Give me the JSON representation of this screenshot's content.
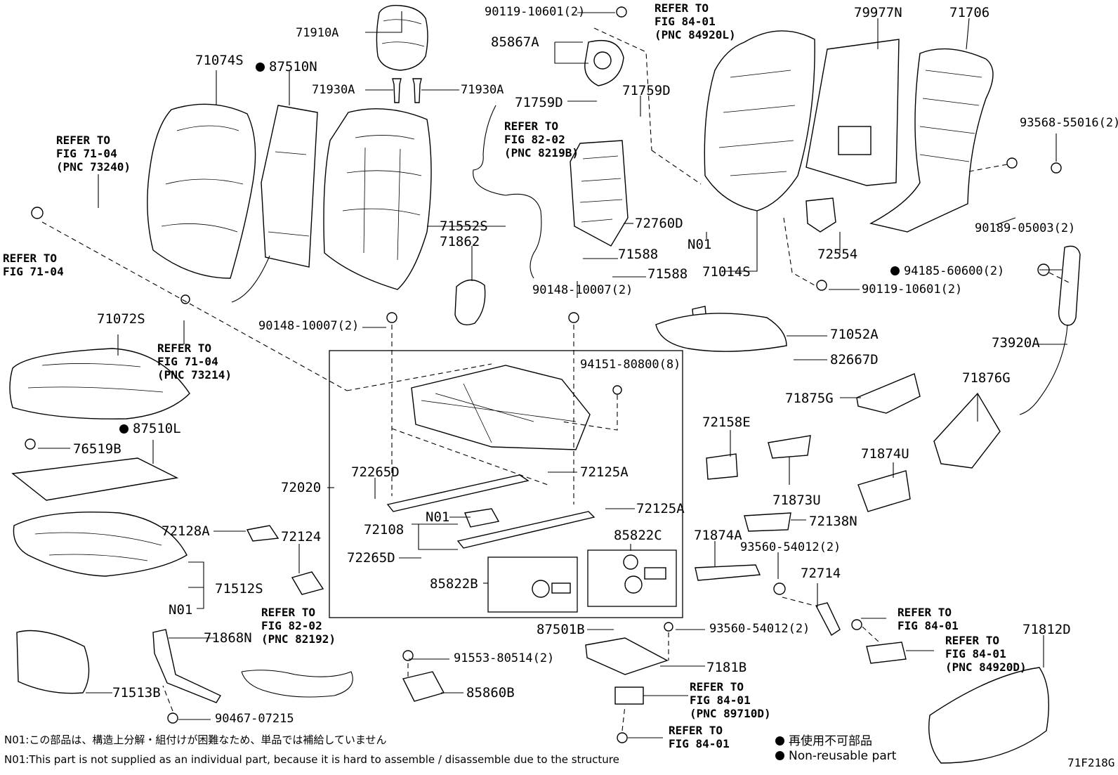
{
  "figure_id": "71F218G",
  "labels": {
    "p71910A": "71910A",
    "p71930A_l": "71930A",
    "p71930A_r": "71930A",
    "p71074S": "71074S",
    "p87510N": "87510N",
    "p90119_10601_top": "90119-10601(2)",
    "p85867A": "85867A",
    "p71759D_l": "71759D",
    "p71759D_r": "71759D",
    "p79977N": "79977N",
    "p71706": "71706",
    "p93568_55016": "93568-55016(2)",
    "p90189_05003": "90189-05003(2)",
    "p71552S": "71552S",
    "p71862": "71862",
    "p72760D": "72760D",
    "pN01_back": "N01",
    "p71014S": "71014S",
    "p72554": "72554",
    "p71588_a": "71588",
    "p71588_b": "71588",
    "p90148_10007_r": "90148-10007(2)",
    "p90148_10007_l": "90148-10007(2)",
    "p90119_10601_bot": "90119-10601(2)",
    "p94185_60600": "94185-60600(2)",
    "p73920A": "73920A",
    "p71072S": "71072S",
    "p71052A": "71052A",
    "p82667D": "82667D",
    "p94151_80800": "94151-80800(8)",
    "p87510L": "87510L",
    "p76519B": "76519B",
    "p71875G": "71875G",
    "p71876G": "71876G",
    "p72158E": "72158E",
    "p72020": "72020",
    "p72265D_a": "72265D",
    "p72125A_a": "72125A",
    "p72125A_b": "72125A",
    "pN01_track": "N01",
    "p72108": "72108",
    "p72265D_b": "72265D",
    "p85822C": "85822C",
    "p85822B": "85822B",
    "p71873U": "71873U",
    "p71874U": "71874U",
    "p72138N": "72138N",
    "p71874A": "71874A",
    "p93560_54012_a": "93560-54012(2)",
    "p72714": "72714",
    "p72128A": "72128A",
    "p72124": "72124",
    "p71512S": "71512S",
    "pN01_cushion": "N01",
    "p87501B": "87501B",
    "p93560_54012_b": "93560-54012(2)",
    "p7181B": "7181B",
    "p71812D": "71812D",
    "p71868N": "71868N",
    "p71513B": "71513B",
    "p91553_80514": "91553-80514(2)",
    "p85860B": "85860B",
    "p90467_07215": "90467-07215"
  },
  "refs": {
    "ref_84_01_84920L": "REFER TO\nFIG 84-01\n(PNC 84920L)",
    "ref_82_02_8219B": "REFER TO\nFIG 82-02\n(PNC 8219B)",
    "ref_71_04_73240": "REFER TO\nFIG 71-04\n(PNC 73240)",
    "ref_71_04": "REFER TO\nFIG 71-04",
    "ref_71_04_73214": "REFER TO\nFIG 71-04\n(PNC 73214)",
    "ref_82_02_82192": "REFER TO\nFIG 82-02\n(PNC 82192)",
    "ref_84_01_a": "REFER TO\nFIG 84-01",
    "ref_84_01_84920D": "REFER TO\nFIG 84-01\n(PNC 84920D)",
    "ref_84_01_89710D": "REFER TO\nFIG 84-01\n(PNC 89710D)",
    "ref_84_01_b": "REFER TO\nFIG 84-01"
  },
  "notes": {
    "n01_jp": "N01:この部品は、構造上分解・組付けが困難なため、単品では補給していません",
    "n01_en": "N01:This part is not supplied as an individual part, because it is hard to assemble / disassemble due to the structure"
  },
  "legend": {
    "jp": "再使用不可部品",
    "en": "Non-reusable part"
  },
  "icons": {
    "non_reusable_marker": "filled-circle"
  }
}
